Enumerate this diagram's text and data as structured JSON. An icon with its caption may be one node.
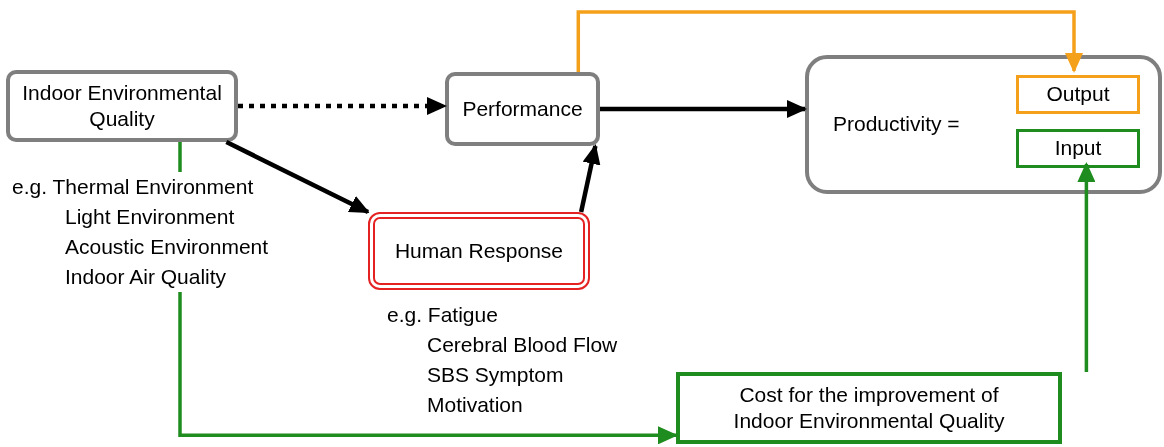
{
  "diagram": {
    "nodes": [
      {
        "text": [
          "Indoor Environmental Quality"
        ],
        "beside": [
          "e.g. Thermal Environment",
          "Light Environment",
          "Acoustic Environment",
          "Indoor Air Quality"
        ]
      },
      {
        "text": [
          "Performance"
        ]
      },
      {
        "text": [
          "Productivity ="
        ]
      },
      {
        "text": [
          "Output"
        ],
        "in": 2
      },
      {
        "text": [
          "Input"
        ],
        "in": 2
      },
      {
        "text": [
          "Human Response"
        ],
        "beside": [
          "e.g. Fatigue",
          "Cerebral Blood Flow",
          "SBS Symptom",
          "Motivation"
        ]
      },
      {
        "text": [
          "Cost for the improvement of Indoor Environmental Quality"
        ]
      }
    ],
    "edges": [
      {
        "from": 0,
        "to": 1,
        "arrow": "to",
        "style": "dashed"
      },
      {
        "from": 1,
        "to": 2,
        "arrow": "to"
      },
      {
        "from": 0,
        "to": 5,
        "arrow": "to"
      },
      {
        "from": 5,
        "to": 1,
        "arrow": "to"
      },
      {
        "from": 1,
        "to": 3,
        "arrow": "to",
        "color": "#f5a01a"
      },
      {
        "from": 0,
        "to": 6,
        "arrow": "to",
        "color": "#1e8c1e"
      },
      {
        "from": 6,
        "to": 4,
        "arrow": "to",
        "color": "#1e8c1e"
      }
    ]
  }
}
